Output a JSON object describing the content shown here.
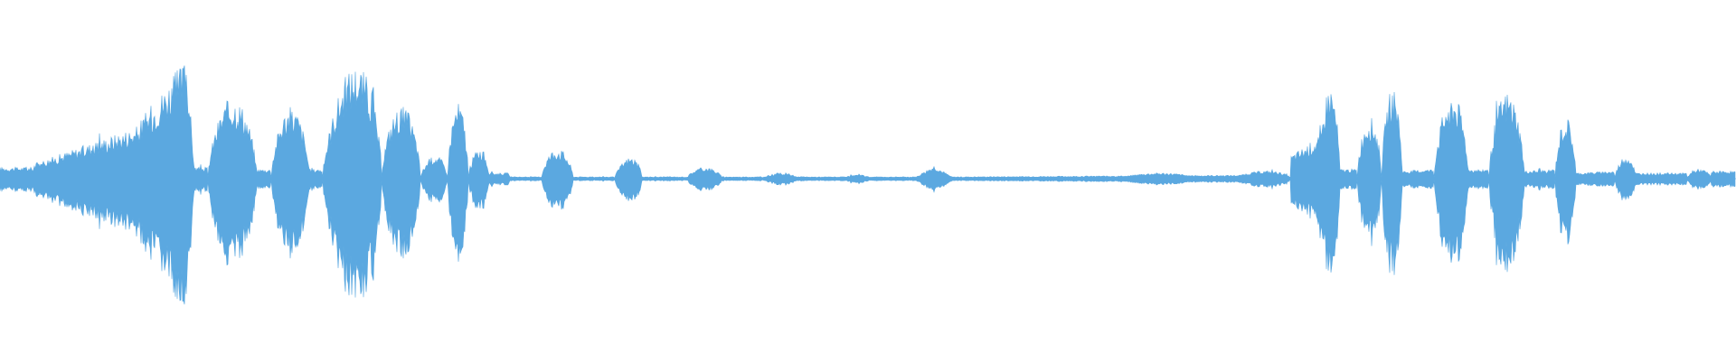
{
  "waveform": {
    "color": "#5BA8E0",
    "background": "#FFFFFF",
    "segments": [
      {
        "t": [
          0.0,
          0.02
        ],
        "amp": [
          0.06,
          0.06
        ],
        "shape": "flat"
      },
      {
        "t": [
          0.02,
          0.08
        ],
        "amp": [
          0.08,
          0.28
        ],
        "shape": "ramp"
      },
      {
        "t": [
          0.08,
          0.106
        ],
        "amp": [
          0.3,
          0.62
        ],
        "shape": "ramp"
      },
      {
        "t": [
          0.106,
          0.112
        ],
        "amp": [
          0.8,
          0.06
        ],
        "shape": "drop"
      },
      {
        "t": [
          0.112,
          0.12
        ],
        "amp": [
          0.06,
          0.06
        ],
        "shape": "flat"
      },
      {
        "t": [
          0.12,
          0.148
        ],
        "amp": [
          0.4,
          0.45
        ],
        "shape": "burst"
      },
      {
        "t": [
          0.148,
          0.156
        ],
        "amp": [
          0.05,
          0.05
        ],
        "shape": "flat"
      },
      {
        "t": [
          0.156,
          0.178
        ],
        "amp": [
          0.35,
          0.4
        ],
        "shape": "burst"
      },
      {
        "t": [
          0.178,
          0.186
        ],
        "amp": [
          0.05,
          0.05
        ],
        "shape": "flat"
      },
      {
        "t": [
          0.186,
          0.22
        ],
        "amp": [
          0.45,
          0.72
        ],
        "shape": "burst"
      },
      {
        "t": [
          0.22,
          0.242
        ],
        "amp": [
          0.36,
          0.4
        ],
        "shape": "burst"
      },
      {
        "t": [
          0.242,
          0.258
        ],
        "amp": [
          0.1,
          0.14
        ],
        "shape": "burst"
      },
      {
        "t": [
          0.258,
          0.27
        ],
        "amp": [
          0.38,
          0.42
        ],
        "shape": "burst"
      },
      {
        "t": [
          0.27,
          0.282
        ],
        "amp": [
          0.14,
          0.18
        ],
        "shape": "burst"
      },
      {
        "t": [
          0.282,
          0.294
        ],
        "amp": [
          0.03,
          0.03
        ],
        "shape": "flat"
      },
      {
        "t": [
          0.312,
          0.33
        ],
        "amp": [
          0.16,
          0.16
        ],
        "shape": "burst"
      },
      {
        "t": [
          0.354,
          0.37
        ],
        "amp": [
          0.08,
          0.14
        ],
        "shape": "burst"
      },
      {
        "t": [
          0.396,
          0.416
        ],
        "amp": [
          0.06,
          0.06
        ],
        "shape": "burst"
      },
      {
        "t": [
          0.44,
          0.46
        ],
        "amp": [
          0.03,
          0.03
        ],
        "shape": "burst"
      },
      {
        "t": [
          0.486,
          0.502
        ],
        "amp": [
          0.02,
          0.02
        ],
        "shape": "burst"
      },
      {
        "t": [
          0.526,
          0.55
        ],
        "amp": [
          0.07,
          0.07
        ],
        "shape": "diamond"
      },
      {
        "t": [
          0.55,
          0.74
        ],
        "amp": [
          0.01,
          0.02
        ],
        "shape": "flat"
      },
      {
        "t": [
          0.646,
          0.69
        ],
        "amp": [
          0.03,
          0.03
        ],
        "shape": "burst"
      },
      {
        "t": [
          0.71,
          0.744
        ],
        "amp": [
          0.03,
          0.05
        ],
        "shape": "burst"
      },
      {
        "t": [
          0.744,
          0.77
        ],
        "amp": [
          0.12,
          0.28
        ],
        "shape": "ramp"
      },
      {
        "t": [
          0.76,
          0.772
        ],
        "amp": [
          0.46,
          0.5
        ],
        "shape": "burst"
      },
      {
        "t": [
          0.772,
          0.782
        ],
        "amp": [
          0.05,
          0.05
        ],
        "shape": "flat"
      },
      {
        "t": [
          0.782,
          0.796
        ],
        "amp": [
          0.3,
          0.34
        ],
        "shape": "burst"
      },
      {
        "t": [
          0.796,
          0.808
        ],
        "amp": [
          0.42,
          0.52
        ],
        "shape": "burst"
      },
      {
        "t": [
          0.808,
          0.826
        ],
        "amp": [
          0.04,
          0.05
        ],
        "shape": "flat"
      },
      {
        "t": [
          0.826,
          0.846
        ],
        "amp": [
          0.38,
          0.48
        ],
        "shape": "burst"
      },
      {
        "t": [
          0.846,
          0.858
        ],
        "amp": [
          0.05,
          0.05
        ],
        "shape": "flat"
      },
      {
        "t": [
          0.858,
          0.878
        ],
        "amp": [
          0.44,
          0.46
        ],
        "shape": "burst"
      },
      {
        "t": [
          0.878,
          0.896
        ],
        "amp": [
          0.04,
          0.05
        ],
        "shape": "flat"
      },
      {
        "t": [
          0.896,
          0.908
        ],
        "amp": [
          0.3,
          0.34
        ],
        "shape": "burst"
      },
      {
        "t": [
          0.908,
          0.93
        ],
        "amp": [
          0.03,
          0.04
        ],
        "shape": "flat"
      },
      {
        "t": [
          0.93,
          0.942
        ],
        "amp": [
          0.1,
          0.14
        ],
        "shape": "burst"
      },
      {
        "t": [
          0.942,
          0.972
        ],
        "amp": [
          0.03,
          0.03
        ],
        "shape": "flat"
      },
      {
        "t": [
          0.972,
          0.986
        ],
        "amp": [
          0.05,
          0.05
        ],
        "shape": "burst"
      },
      {
        "t": [
          0.986,
          1.0
        ],
        "amp": [
          0.04,
          0.04
        ],
        "shape": "flat"
      }
    ]
  }
}
